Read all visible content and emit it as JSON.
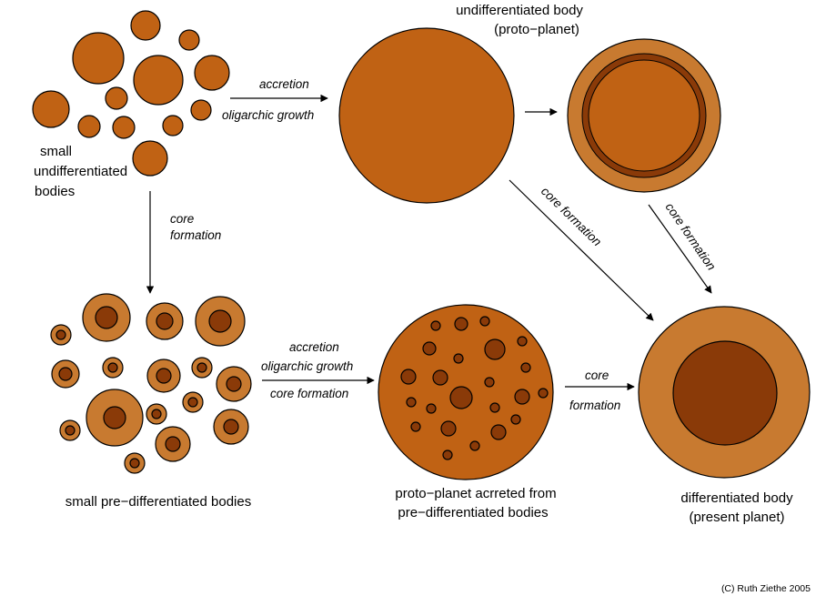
{
  "colors": {
    "mantle": "#c06214",
    "mantle_light": "#c87a30",
    "core": "#8a3a08",
    "outline": "#000000",
    "background": "#ffffff"
  },
  "labels": {
    "small_undiff": [
      "small",
      "undifferentiated",
      "bodies"
    ],
    "undiff_body": [
      "undifferentiated body",
      "(proto−planet)"
    ],
    "small_prediff": "small pre−differentiated bodies",
    "protoplanet": [
      "proto−planet acrreted from",
      "pre−differentiated bodies"
    ],
    "diff_body": [
      "differentiated body",
      "(present planet)"
    ],
    "copyright": "(C) Ruth Ziethe 2005"
  },
  "arrows": {
    "top_accretion": [
      "accretion",
      "oligarchic growth"
    ],
    "left_core": [
      "core",
      "formation"
    ],
    "bottom_accretion": [
      "accretion",
      "oligarchic growth",
      "core formation"
    ],
    "bottom_core": [
      "core",
      "formation"
    ],
    "diag_1": "core formation",
    "diag_2": "core formation"
  }
}
